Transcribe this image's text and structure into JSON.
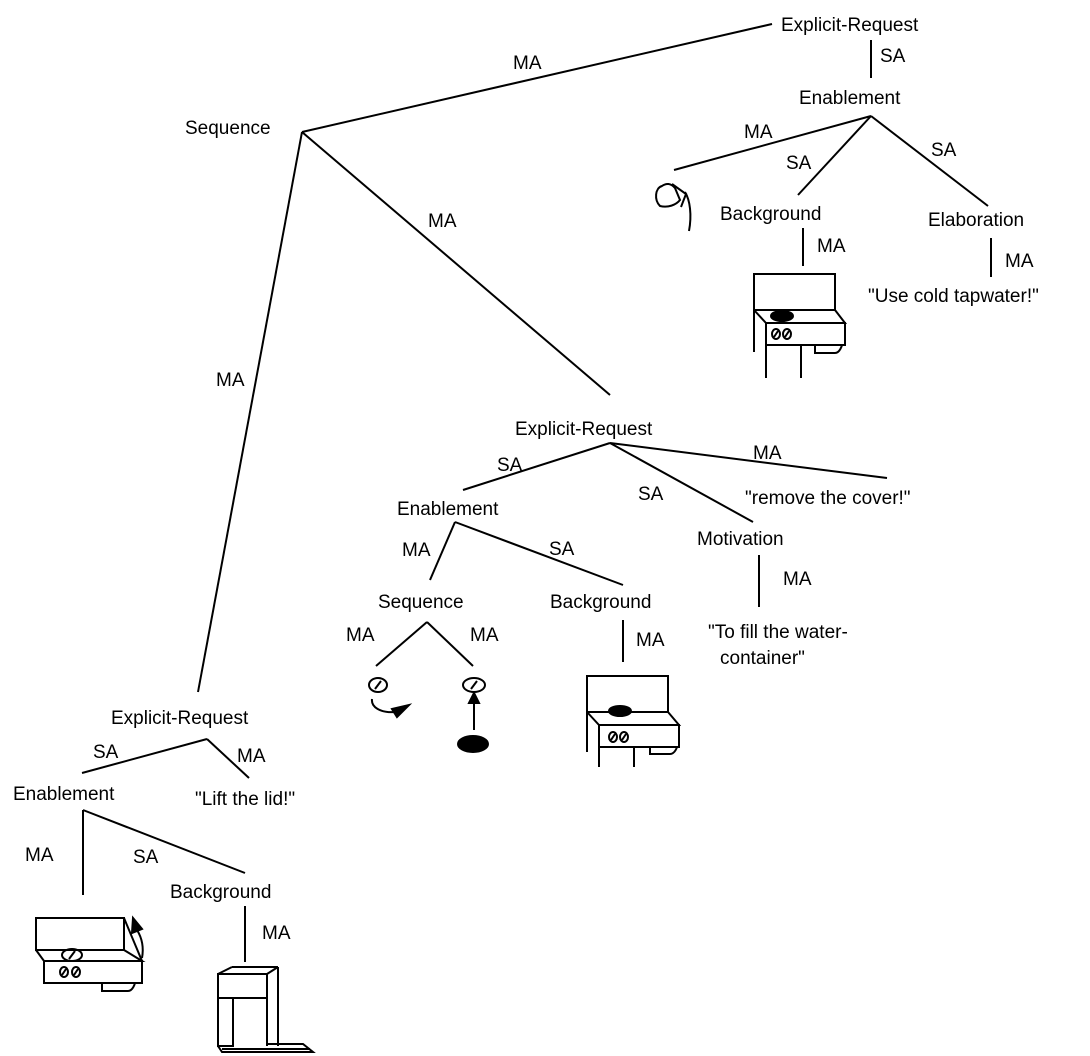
{
  "nodes": {
    "top_explicit_request": "Explicit-Request",
    "top_enablement": "Enablement",
    "top_background": "Background",
    "top_elaboration": "Elaboration",
    "use_cold_tapwater": "\"Use cold tapwater!\"",
    "root_sequence": "Sequence",
    "mid_explicit_request": "Explicit-Request",
    "mid_enablement": "Enablement",
    "mid_sequence": "Sequence",
    "mid_background": "Background",
    "mid_motivation": "Motivation",
    "remove_the_cover": "\"remove the cover!\"",
    "to_fill_line1": "\"To fill the water-",
    "to_fill_line2": "container\"",
    "low_explicit_request": "Explicit-Request",
    "low_enablement": "Enablement",
    "lift_the_lid": "\"Lift the lid!\"",
    "low_background": "Background"
  },
  "relations": {
    "sa": "SA",
    "ma": "MA"
  }
}
